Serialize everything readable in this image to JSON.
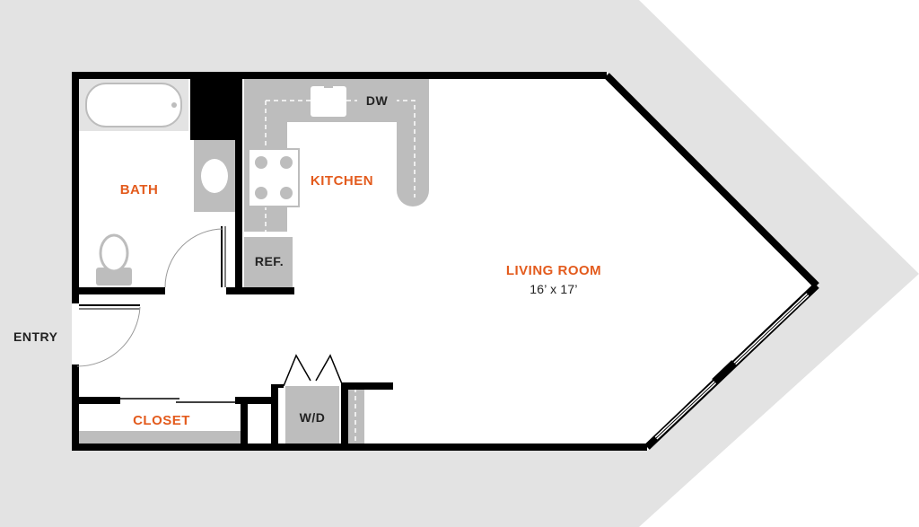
{
  "colors": {
    "wall": "#000000",
    "surround": "#e3e3e3",
    "fixture": "#bdbdbd",
    "accent": "#e35b1d",
    "text": "#222222"
  },
  "labels": {
    "bath": "BATH",
    "kitchen": "KITCHEN",
    "living_room": "LIVING ROOM",
    "living_room_dim": "16’ x 17’",
    "closet": "CLOSET",
    "entry": "ENTRY",
    "dishwasher": "DW",
    "refrigerator": "REF.",
    "washer_dryer": "W/D"
  }
}
